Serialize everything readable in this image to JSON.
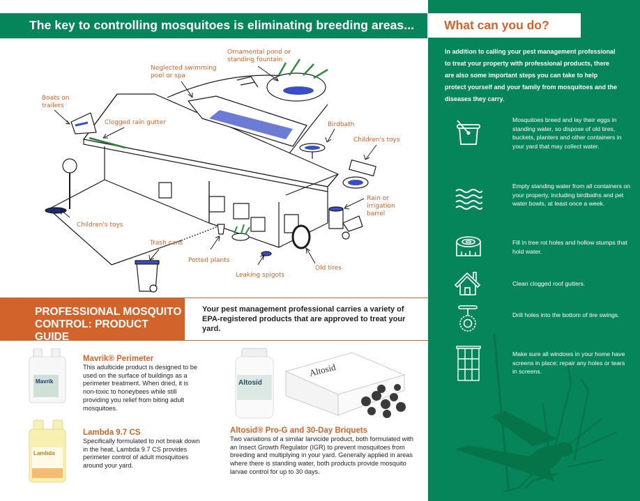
{
  "header": {
    "title": "The key to controlling mosquitoes is eliminating breeding areas..."
  },
  "illustration": {
    "callouts": [
      {
        "id": "boats",
        "label_lines": [
          "Boats on",
          "trailers"
        ]
      },
      {
        "id": "gutter",
        "label_lines": [
          "Clogged rain gutter"
        ]
      },
      {
        "id": "pool",
        "label_lines": [
          "Neglected swimming",
          "pool or spa"
        ]
      },
      {
        "id": "pond",
        "label_lines": [
          "Ornamental pond or",
          "standing fountain"
        ]
      },
      {
        "id": "birdbath",
        "label_lines": [
          "Birdbath"
        ]
      },
      {
        "id": "toys-right",
        "label_lines": [
          "Children's toys"
        ]
      },
      {
        "id": "barrel",
        "label_lines": [
          "Rain or",
          "irrigation",
          "barrel"
        ]
      },
      {
        "id": "toys-left",
        "label_lines": [
          "Children's toys"
        ]
      },
      {
        "id": "trash",
        "label_lines": [
          "Trash cans"
        ]
      },
      {
        "id": "plants",
        "label_lines": [
          "Potted plants"
        ]
      },
      {
        "id": "spigots",
        "label_lines": [
          "Leaking spigots"
        ]
      },
      {
        "id": "tires",
        "label_lines": [
          "Old tires"
        ]
      }
    ]
  },
  "product_guide": {
    "title_lines": [
      "PROFESSIONAL MOSQUITO",
      "CONTROL: PRODUCT GUIDE"
    ],
    "intro": "Your pest management professional carries a variety of EPA-registered products that are approved to treat your yard.",
    "products": [
      {
        "name": "Mavrik® Perimeter",
        "label_text": "Mavrik",
        "description": "This adulticide product is designed to be used on the surface of buildings as a perimeter treatment. When dried, it is non-toxic to honeybees while still providing you relief from biting adult mosquitoes."
      },
      {
        "name": "Lambda 9.7 CS",
        "label_text": "Lambda",
        "description": "Specifically formulated to not break down in the heat, Lambda 9.7 CS provides perimeter control of adult mosquitoes around your yard."
      },
      {
        "name": "Altosid® Pro-G and 30-Day Briquets",
        "label_text": "Altosid",
        "description": "Two variations of a similar larvicide product, both formulated with an Insect Growth Regulator (IGR) to prevent mosquitoes from breeding and multiplying in your yard. Generally applied in areas where there is standing water, both products provide mosquito larvae control for up to 30 days."
      }
    ]
  },
  "what_can_you_do": {
    "title": "What can you do?",
    "intro": "In addition to calling your pest management professional to treat your property with professional products, there are also some important steps you can take to help protect yourself and your family from mosquitoes and the diseases they carry.",
    "tips": [
      {
        "icon": "bucket-icon",
        "text": "Mosquitoes breed and lay their eggs in standing water, so dispose of old tires, buckets, planters and other containers in your yard that may collect water."
      },
      {
        "icon": "water-waves-icon",
        "text": "Empty standing water from all containers on your property, including birdbaths and pet water bowls, at least once a week."
      },
      {
        "icon": "tree-stump-icon",
        "text": "Fill in tree rot holes and hollow stumps that hold water."
      },
      {
        "icon": "house-icon",
        "text": "Clean clogged roof gutters."
      },
      {
        "icon": "tire-swing-icon",
        "text": "Drill holes into the bottom of tire swings."
      },
      {
        "icon": "window-icon",
        "text": "Make sure all windows in your home have screens in place; repair any holes or tears in screens."
      }
    ]
  },
  "colors": {
    "green": "#07855a",
    "orange": "#d2632a",
    "water_blue": "#3b4fc4"
  }
}
